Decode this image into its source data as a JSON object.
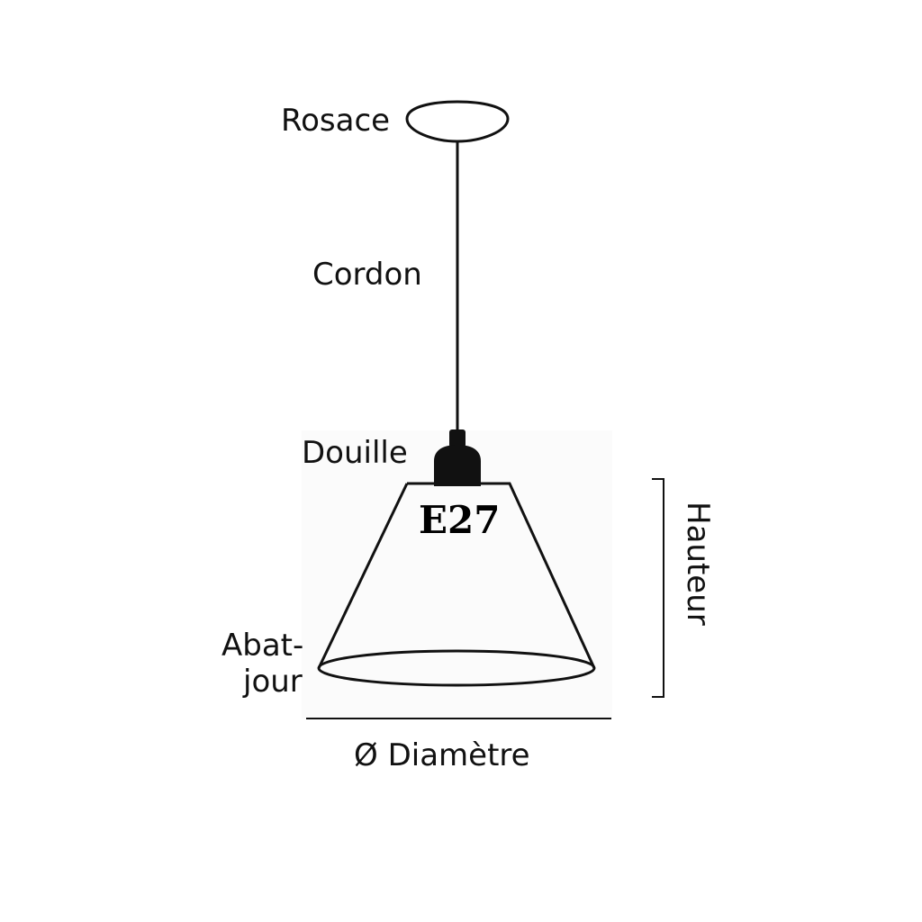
{
  "labels": {
    "rosace": "Rosace",
    "cordon": "Cordon",
    "douille": "Douille",
    "socket_type": "E27",
    "abat_jour_line1": "Abat-",
    "abat_jour_line2": "jour",
    "hauteur": "Hauteur",
    "diametre": "Ø Diamètre"
  },
  "colors": {
    "line": "#111111",
    "socket_fill": "#111111",
    "background": "#ffffff"
  }
}
